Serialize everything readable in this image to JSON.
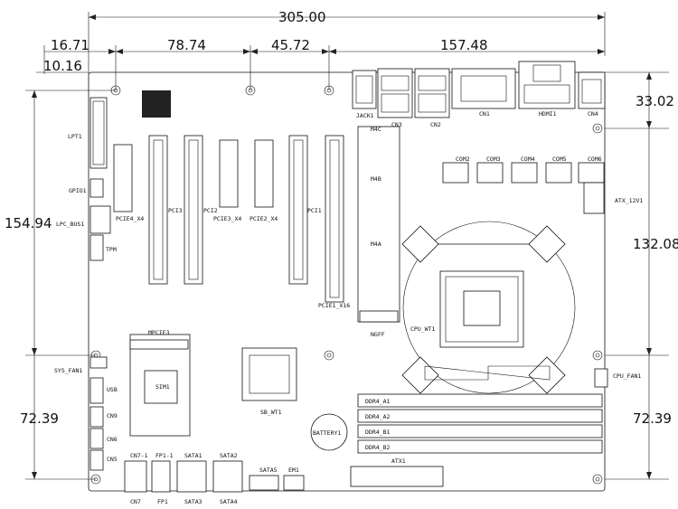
{
  "dimensions": {
    "top_width": "305.00",
    "seg_1": "16.71",
    "seg_2": "78.74",
    "seg_3": "45.72",
    "seg_4": "157.48",
    "left_small": "10.16",
    "left_large": "154.94",
    "left_bottom": "72.39",
    "right_top": "33.02",
    "right_mid": "132.08",
    "right_bottom": "72.39"
  },
  "labels": {
    "lpt1": "LPT1",
    "gpio1": "GPIO1",
    "lpc_bus1": "LPC_BUS1",
    "tpm": "TPM",
    "pcie4": "PCIE4_X4",
    "pci3": "PCI3",
    "pci2": "PCI2",
    "pcie3": "PCIE3_X4",
    "pcie2": "PCIE2_X4",
    "pci1": "PCI1",
    "pcie1": "PCIE1_X16",
    "jack1": "JACK1",
    "cn3": "CN3",
    "cn2": "CN2",
    "cn1": "CN1",
    "hdmi1": "HDMI1",
    "cn4": "CN4",
    "com2": "COM2",
    "com3": "COM3",
    "com4": "COM4",
    "com5": "COM5",
    "com6": "COM6",
    "atx_12v1": "ATX_12V1",
    "ngff": "NGFF",
    "cpu_wt1": "CPU_WT1",
    "mpcie3": "MPCIE3",
    "sim1": "SIM1",
    "sb_wt1": "SB_WT1",
    "sys_fan1": "SYS_FAN1",
    "usb": "USB",
    "cn9": "CN9",
    "cn6": "CN6",
    "cn5": "CN5",
    "cn7_1": "CN7-1",
    "fp1_1": "FP1-1",
    "sata1": "SATA1",
    "sata2": "SATA2",
    "sata5": "SATA5",
    "em1": "EM1",
    "cn7": "CN7",
    "fp1": "FP1",
    "sata3": "SATA3",
    "sata4": "SATA4",
    "atx1": "ATX1",
    "battery1": "BATTERY1",
    "cpu_fan1": "CPU_FAN1",
    "ddr_a1": "DDR4_A1",
    "ddr_a2": "DDR4_A2",
    "ddr_b1": "DDR4_B1",
    "ddr_b2": "DDR4_B2",
    "m4a": "M4A",
    "m4b": "M4B",
    "m4c": "M4C"
  }
}
